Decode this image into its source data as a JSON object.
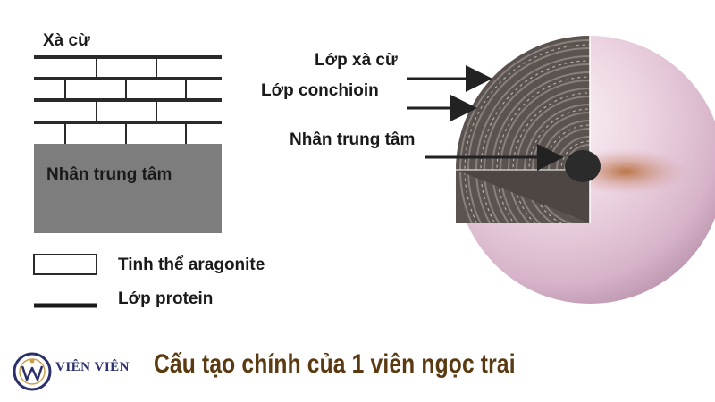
{
  "diagram": {
    "left_title": "Xà cừ",
    "core_label": "Nhân trung tâm",
    "legend": {
      "aragonite": "Tinh thể aragonite",
      "protein": "Lớp protein"
    },
    "pearl_labels": {
      "nacre": "Lớp xà cừ",
      "conchiolin": "Lớp conchioin",
      "nucleus": "Nhân trung tâm"
    }
  },
  "footer": {
    "brand": "VIÊN VIÊN",
    "caption": "Cấu tạo chính của 1 viên ngọc trai"
  },
  "colors": {
    "brick_line": "#2a2a2a",
    "core_fill": "#7d7d7d",
    "pearl_pink": "#e6c8d8",
    "section_fill": "#5b5350",
    "caption": "#5a3a10",
    "brand": "#2b2f6b"
  }
}
